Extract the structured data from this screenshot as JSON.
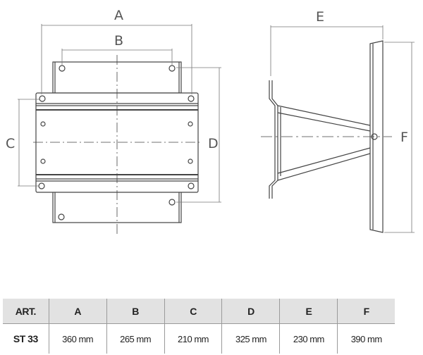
{
  "drawing": {
    "labels": {
      "A": "A",
      "B": "B",
      "C": "C",
      "D": "D",
      "E": "E",
      "F": "F"
    }
  },
  "table": {
    "headers": [
      "ART.",
      "A",
      "B",
      "C",
      "D",
      "E",
      "F"
    ],
    "rows": [
      [
        "ST 33",
        "360 mm",
        "265 mm",
        "210 mm",
        "325 mm",
        "230 mm",
        "390 mm"
      ]
    ]
  }
}
